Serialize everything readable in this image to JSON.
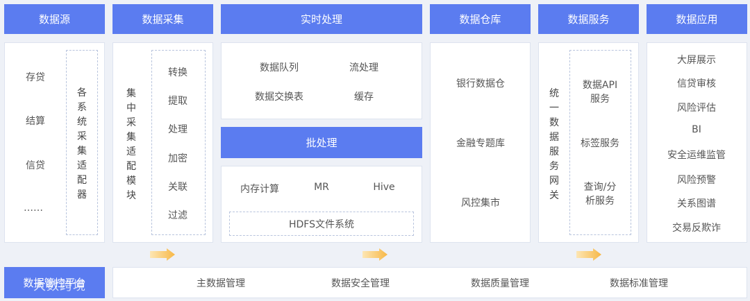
{
  "headers": {
    "source": "数据源",
    "collect": "数据采集",
    "realtime": "实时处理",
    "warehouse": "数据仓库",
    "service": "数据服务",
    "app": "数据应用"
  },
  "sources": {
    "items": [
      "存贷",
      "结算",
      "信贷",
      "……"
    ],
    "vertical": "各系统采集适配器"
  },
  "collect": {
    "vertical": "集中采集适配模块",
    "items": [
      "转换",
      "提取",
      "处理",
      "加密",
      "关联",
      "过滤"
    ]
  },
  "realtime": {
    "items": [
      "数据队列",
      "流处理",
      "数据交换表",
      "缓存"
    ]
  },
  "batch": {
    "title": "批处理",
    "items": [
      "内存计算",
      "MR",
      "Hive"
    ],
    "hdfs": "HDFS文件系统"
  },
  "warehouse": {
    "items": [
      "银行数据仓",
      "金融专题库",
      "风控集市"
    ]
  },
  "service": {
    "vertical": "统一数据服务网关",
    "items": [
      "数据API服务",
      "标签服务",
      "查询/分析服务"
    ]
  },
  "apps": {
    "items": [
      "大屏展示",
      "信贷审核",
      "风险评估",
      "BI",
      "安全运维监管",
      "风险预警",
      "关系图谱",
      "交易反欺诈"
    ]
  },
  "governance": {
    "title": "数据管控平台",
    "items": [
      "主数据管理",
      "数据安全管理",
      "数据质量管理",
      "数据标准管理"
    ]
  },
  "watermark": "大数跨境",
  "colors": {
    "header": "#5b7cf0",
    "arrow": "#f7b847",
    "border": "#dde3ef",
    "dash": "#b8c4dd"
  }
}
